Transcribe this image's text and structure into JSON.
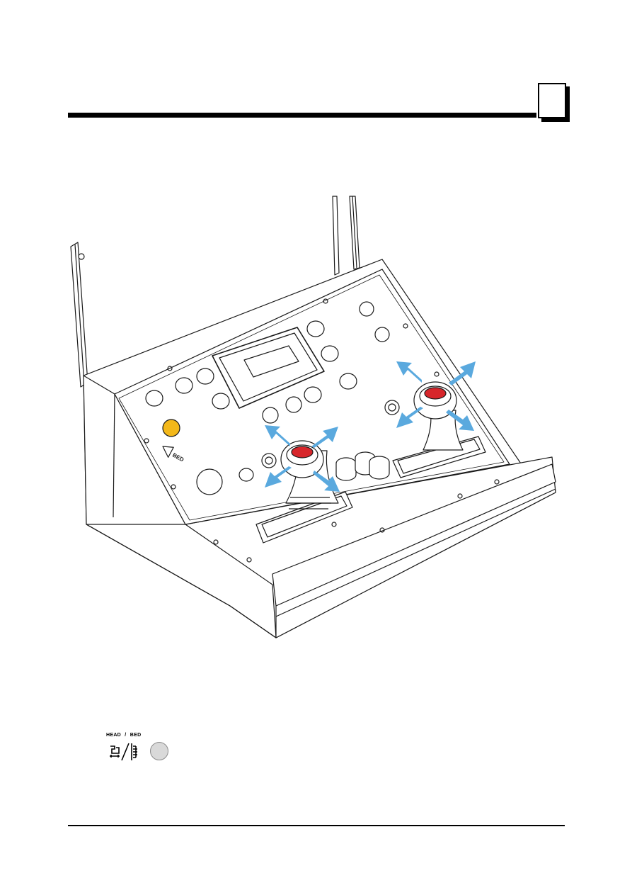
{
  "page": {
    "chapter_marker": "",
    "figure": {
      "panel_label": "BED",
      "indicator_color": "#f3b81a",
      "joystick_button_color": "#d7262b",
      "arrow_color": "#5aa9de"
    },
    "legend": {
      "label_head": "HEAD",
      "label_separator": "/",
      "label_bed": "BED",
      "symbol_icon": "head-bed-selector-icon",
      "button_color": "#d9d9d9"
    }
  }
}
